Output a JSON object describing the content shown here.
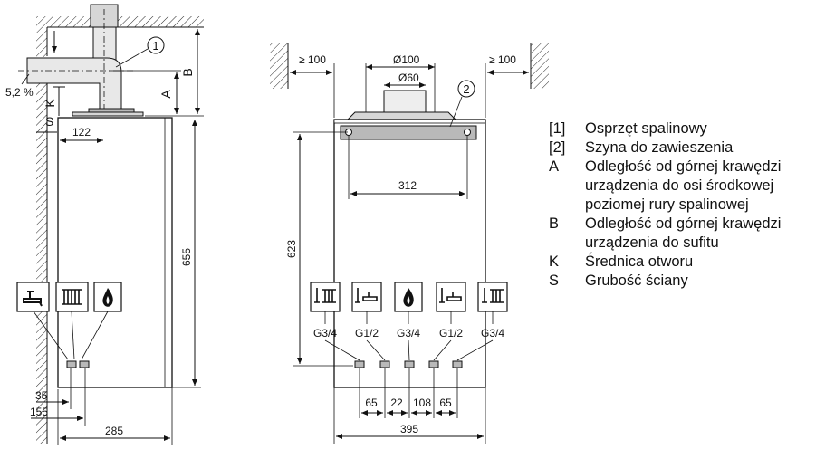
{
  "side_view": {
    "callout": "1",
    "slope": "5,2 %",
    "dim_A": "A",
    "dim_B": "B",
    "dim_K": "K",
    "dim_S": "S",
    "dim_122": "122",
    "dim_655": "655",
    "dim_35": "35",
    "dim_155": "155",
    "dim_285": "285"
  },
  "front_view": {
    "callout": "2",
    "clear_left": "≥ 100",
    "clear_right": "≥ 100",
    "dia_100": "Ø100",
    "dia_60": "Ø60",
    "dim_312": "312",
    "dim_623": "623",
    "connections": [
      "G3/4",
      "G1/2",
      "G3/4",
      "G1/2",
      "G3/4"
    ],
    "spacings": [
      "65",
      "22",
      "108",
      "65"
    ],
    "dim_395": "395"
  },
  "legend": [
    {
      "key": "[1]",
      "text": "Osprzęt spalinowy"
    },
    {
      "key": "[2]",
      "text": "Szyna do zawieszenia"
    },
    {
      "key": "A",
      "text": "Odległość od górnej krawędzi urządzenia do osi środkowej poziomej rury spalinowej"
    },
    {
      "key": "B",
      "text": "Odległość od górnej krawędzi urządzenia do sufitu"
    },
    {
      "key": "K",
      "text": "Średnica otworu"
    },
    {
      "key": "S",
      "text": "Grubość ściany"
    }
  ]
}
